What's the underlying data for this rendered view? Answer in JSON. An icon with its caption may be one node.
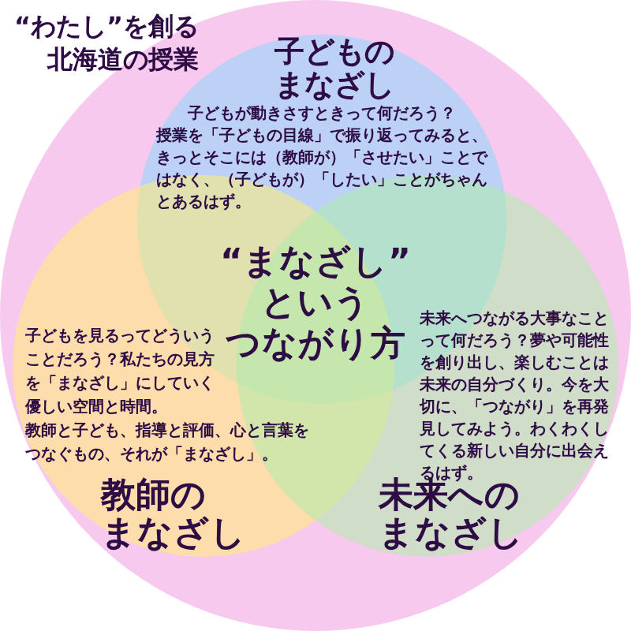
{
  "diagram": {
    "title": "“わたし”を創る北海道の授業",
    "nodes": [
      {
        "text": [],
        "shape": "circle"
      },
      {
        "text": [
          "子どものまなざし",
          "子どもが動きさすときって何だろう？",
          "授業を「子どもの目線」で振り返ってみると、きっとそこには（教師が）「させたい」ことではなく、（子どもが）「したい」ことがちゃんとあるはず。"
        ],
        "in": 0
      },
      {
        "text": [
          "子どもを見るってどういうことだろう？私たちの見方を「まなざし」にしていく優しい空間と時間。",
          "教師と子ども、指導と評価、心と言葉をつなぐもの、それが「まなざし」。",
          "教師のまなざし"
        ],
        "in": 0
      },
      {
        "text": [
          "未来へつながる大事なことって何だろう？夢や可能性を創り出し、楽しむことは未来の自分づくり。今を大切に、「つながり」を再発見してみよう。わくわくしてくる新しい自分に出会えるはず。",
          "未来へのまなざし"
        ],
        "in": 0
      }
    ],
    "labels": [
      "“まなざし”というつながり方"
    ]
  }
}
